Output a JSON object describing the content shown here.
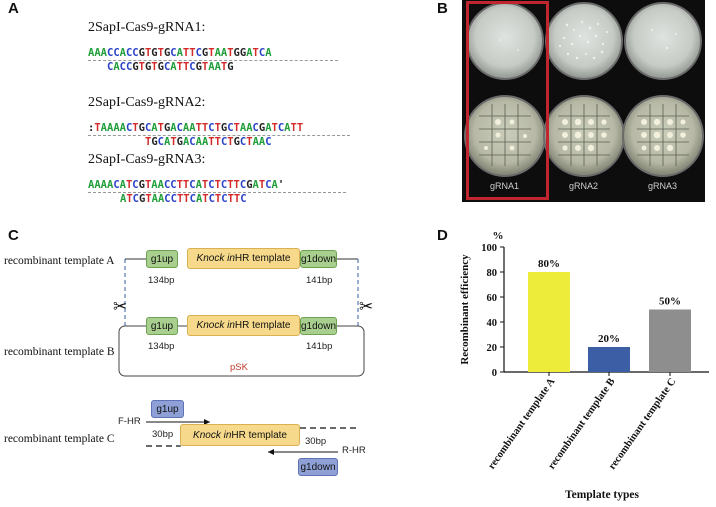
{
  "panels": {
    "a": "A",
    "b": "B",
    "c": "C",
    "d": "D"
  },
  "panel_a": {
    "blocks": [
      {
        "title": "2SapI-Cas9-gRNA1:",
        "top": "AAACCACCGTGTGCATTCGTAATGGATCA",
        "bottom": "CACCGTGTGCATTCGTAATG"
      },
      {
        "title": "2SapI-Cas9-gRNA2:",
        "top": ":TAAAACTGCATGACAATTCTGCTAACGATCATT",
        "bottom": "TGCATGACAATTCTGCTAAC"
      },
      {
        "title": "2SapI-Cas9-gRNA3:",
        "top": "AAAACATCGTAACCTTCATCTCTTCGATCA'",
        "bottom": "ATCGTAACCTTCATCTCTTC"
      }
    ]
  },
  "panel_b": {
    "labels": [
      "gRNA1",
      "gRNA2",
      "gRNA3"
    ],
    "highlight_color": "#c0262d"
  },
  "panel_c": {
    "template_a": "recombinant template A",
    "template_b": "recombinant template B",
    "template_c": "recombinant template C",
    "g1up": "g1up",
    "g1down": "g1down",
    "knock_in": "Knock in",
    "hr_template": " HR template",
    "bp134": "134bp",
    "bp141": "141bp",
    "psk": "pSK",
    "f_hr": "F-HR",
    "r_hr": "R-HR",
    "bp30": "30bp",
    "scissors": "✂"
  },
  "chart_data": {
    "type": "bar",
    "ylabel": "Recombinant efficiency",
    "yunit": "%",
    "xlabel": "Template types",
    "ylim": [
      0,
      100
    ],
    "yticks": [
      0,
      20,
      40,
      60,
      80,
      100
    ],
    "categories": [
      "recombinant template A",
      "recombinant template B",
      "recombinant template C"
    ],
    "values": [
      80,
      20,
      50
    ],
    "data_labels": [
      "80%",
      "20%",
      "50%"
    ],
    "colors": [
      "#eeec3a",
      "#3c5ea4",
      "#8e8e8e"
    ],
    "grid": false,
    "legend": "none"
  }
}
